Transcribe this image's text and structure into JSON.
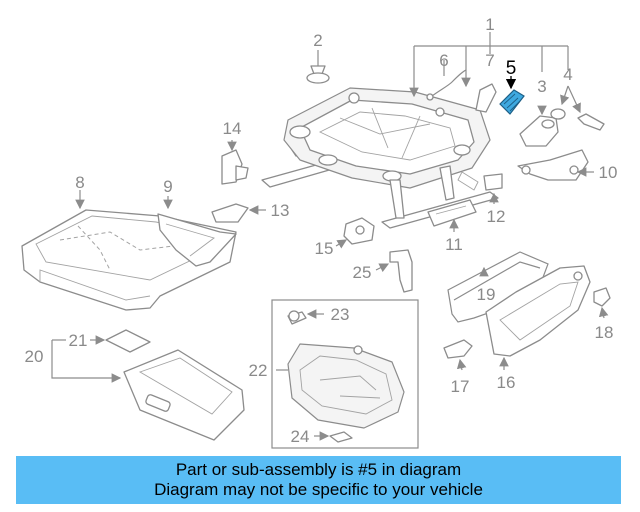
{
  "diagram": {
    "callouts": [
      "1",
      "2",
      "5",
      "6",
      "7",
      "3",
      "4",
      "14",
      "10",
      "8",
      "9",
      "13",
      "12",
      "15",
      "11",
      "25",
      "19",
      "23",
      "18",
      "21",
      "20",
      "22",
      "17",
      "16",
      "24"
    ],
    "highlight_part": "5",
    "highlight_color": "#3fa9e0",
    "banner_color": "#59bdf5"
  },
  "banner": {
    "line1": "Part or sub-assembly is #5 in diagram",
    "line2": "Diagram may not be specific to your vehicle"
  }
}
